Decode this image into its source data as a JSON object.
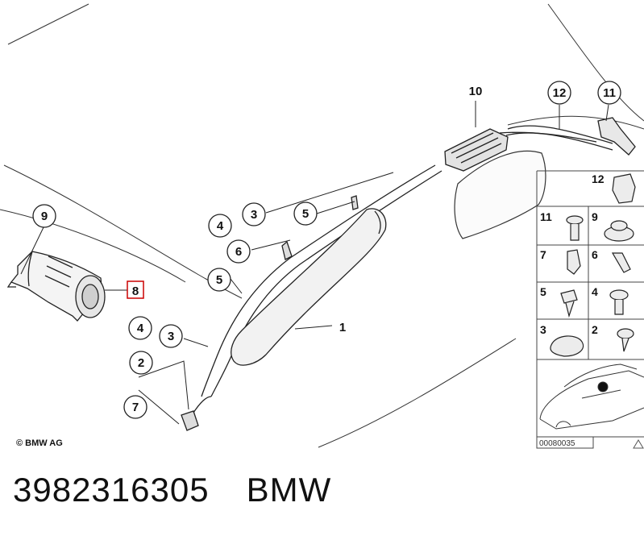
{
  "diagram": {
    "copyright": "© BMW AG",
    "reference_number": "00080035",
    "highlight_color": "#cc0000",
    "callouts": [
      "1",
      "2",
      "3",
      "4",
      "5",
      "6",
      "7",
      "8",
      "9",
      "10",
      "11",
      "12"
    ],
    "legend_grid": {
      "items": [
        "12",
        "11",
        "9",
        "7",
        "6",
        "5",
        "4",
        "3",
        "2"
      ]
    }
  },
  "caption": {
    "part_number": "3982316305",
    "brand": "BMW"
  }
}
